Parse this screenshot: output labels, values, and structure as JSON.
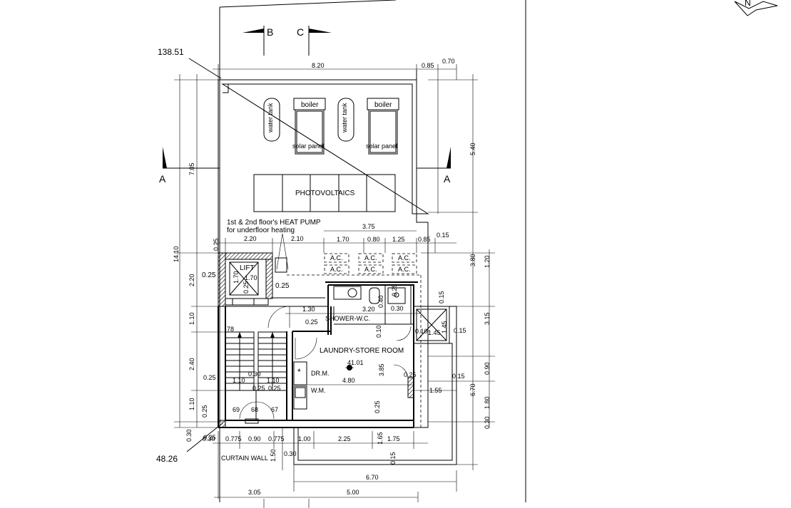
{
  "elevations": {
    "top": "138.51",
    "bottom": "48.26"
  },
  "sections": {
    "b": "B",
    "c": "C",
    "a_left": "A",
    "a_right": "A"
  },
  "roof": {
    "water_tank": "water tank",
    "boiler": "boiler",
    "solar_panel": "solar panel",
    "photovoltaics": "PHOTOVOLTAICS"
  },
  "heat_pump_note": [
    "1st & 2nd floor's HEAT PUMP",
    "for underfloor heating"
  ],
  "rooms": {
    "lift": "LIFT",
    "shower_wc": "SHOWER-W.C.",
    "laundry": "LAUNDRY-STORE ROOM",
    "dr_m": "DR.M.",
    "w_m": "W.M.",
    "curtain_wall": "CURTAIN WALL",
    "ac": "A.C.",
    "level": "41.01"
  },
  "stairs": {
    "s78": "78",
    "s69": "69",
    "s68": "68",
    "s67": "67"
  },
  "dimensions": {
    "top_820": "8.20",
    "top_085": "0.85",
    "top_070": "0.70",
    "right_540": "5.40",
    "right_380": "3.80",
    "right_120": "1.20",
    "right_315": "3.15",
    "right_090": "0.90",
    "right_670": "6.70",
    "right_180": "1.80",
    "right_030": "0.30",
    "left_1410": "14.10",
    "left_705": "7.05",
    "left_220": "2.20",
    "left_110a": "1.10",
    "left_240": "2.40",
    "left_110b": "1.10",
    "left_030": "0.30",
    "left_025a": "0.25",
    "left_025b": "0.25",
    "left_025c": "0.25",
    "row_025": "0.25",
    "row_220": "2.20",
    "row_210": "2.10",
    "row_375": "3.75",
    "row_170": "1.70",
    "row_080": "0.80",
    "row_125": "1.25",
    "row_085": "0.85",
    "row_015": "0.15",
    "lift_170": "1.70",
    "lift_170b": "1.70",
    "lift_025": "0.25",
    "lift_025b": "0.25",
    "lift_025c": "0.25",
    "d_130": "1.30",
    "d_320": "3.20",
    "d_040": "0.40",
    "d_025a": "0.25",
    "d_025b": "0.25",
    "d_030": "0.30",
    "d_010a": "0.10",
    "d_010b": "0.10",
    "d_145a": "1.45",
    "d_145b": "1.45",
    "d_015a": "0.15",
    "d_015b": "0.15",
    "d_015c": "0.15",
    "d_385": "3.85",
    "d_480": "4.80",
    "d_025c": "0.25",
    "d_155": "1.55",
    "d_030b": "0.30",
    "d_110a": "1.10",
    "d_110b": "1.10",
    "d_025d": "0.25",
    "d_025e": "0.25",
    "d_165": "1.65",
    "d_015d": "0.15",
    "b_030a": "0.30",
    "b_0775a": "0.775",
    "b_090": "0.90",
    "b_0775b": "0.775",
    "b_100": "1.00",
    "b_225": "2.25",
    "b_175": "1.75",
    "b_150": "1.50",
    "b_030b": "0.30",
    "b_670": "6.70",
    "b_305": "3.05",
    "b_500": "5.00"
  }
}
